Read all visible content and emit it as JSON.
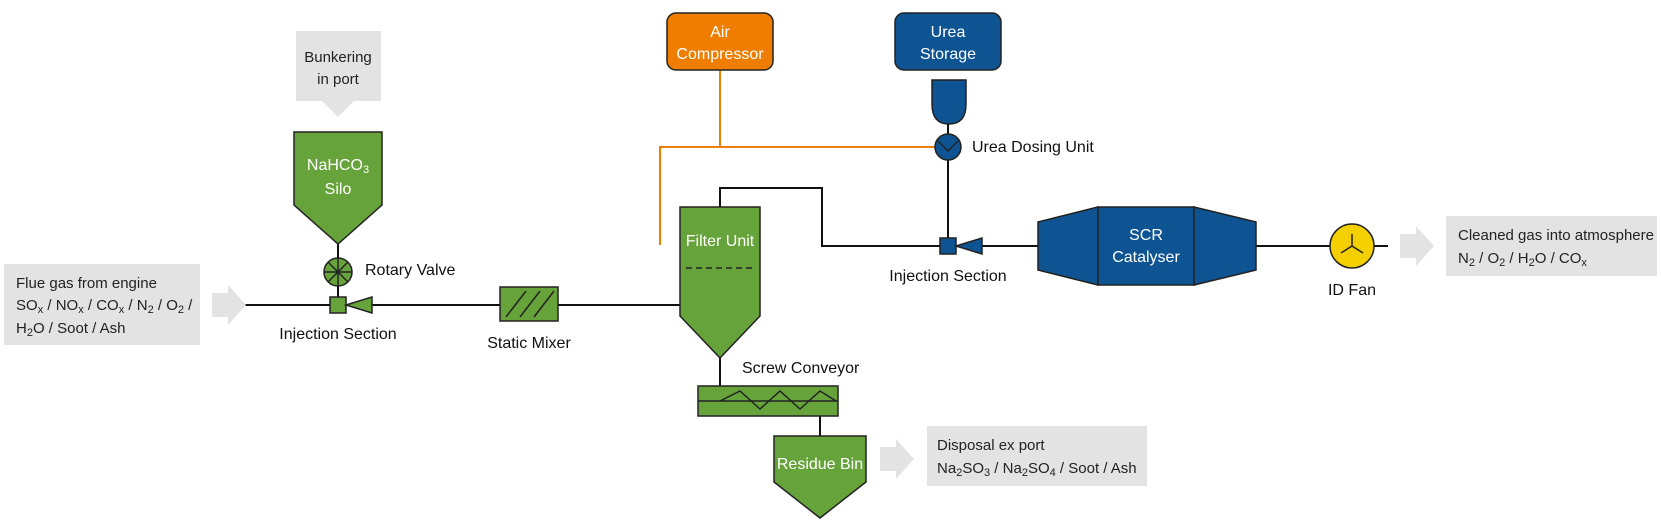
{
  "inputs": {
    "flue_gas": {
      "title": "Flue gas from engine",
      "line1": [
        "SO",
        "x",
        " / NO",
        "x",
        " / CO",
        "x",
        " / N",
        "2",
        " / O",
        "2",
        " /"
      ],
      "line2": [
        "H",
        "2",
        "O / Soot / Ash"
      ]
    },
    "bunkering": {
      "line1": "Bunkering",
      "line2": "in port"
    }
  },
  "outputs": {
    "cleaned_gas": {
      "title": "Cleaned gas into atmosphere",
      "line1": [
        "N",
        "2",
        " / O",
        "2",
        " / H",
        "2",
        "O / CO",
        "x"
      ]
    },
    "disposal": {
      "title": "Disposal ex port",
      "line1": [
        "Na",
        "2",
        "SO",
        "3",
        " / Na",
        "2",
        "SO",
        "4",
        " / Soot / Ash"
      ]
    }
  },
  "components": {
    "silo": {
      "line1": [
        "NaHCO",
        "3"
      ],
      "line2": "Silo"
    },
    "rotary_valve": "Rotary Valve",
    "injection_section_1": "Injection Section",
    "static_mixer": "Static Mixer",
    "filter_unit": "Filter Unit",
    "screw_conveyor": "Screw Conveyor",
    "residue_bin": "Residue Bin",
    "air_compressor": {
      "line1": "Air",
      "line2": "Compressor"
    },
    "urea_storage": {
      "line1": "Urea",
      "line2": "Storage"
    },
    "urea_dosing_unit": "Urea Dosing Unit",
    "injection_section_2": "Injection Section",
    "scr_catalyser": {
      "line1": "SCR",
      "line2": "Catalyser"
    },
    "id_fan": "ID Fan"
  },
  "colors": {
    "green": "#66a33a",
    "blue": "#0e5493",
    "orange": "#ef7d00",
    "yellow": "#f5d000",
    "gray": "#e3e3e3"
  }
}
